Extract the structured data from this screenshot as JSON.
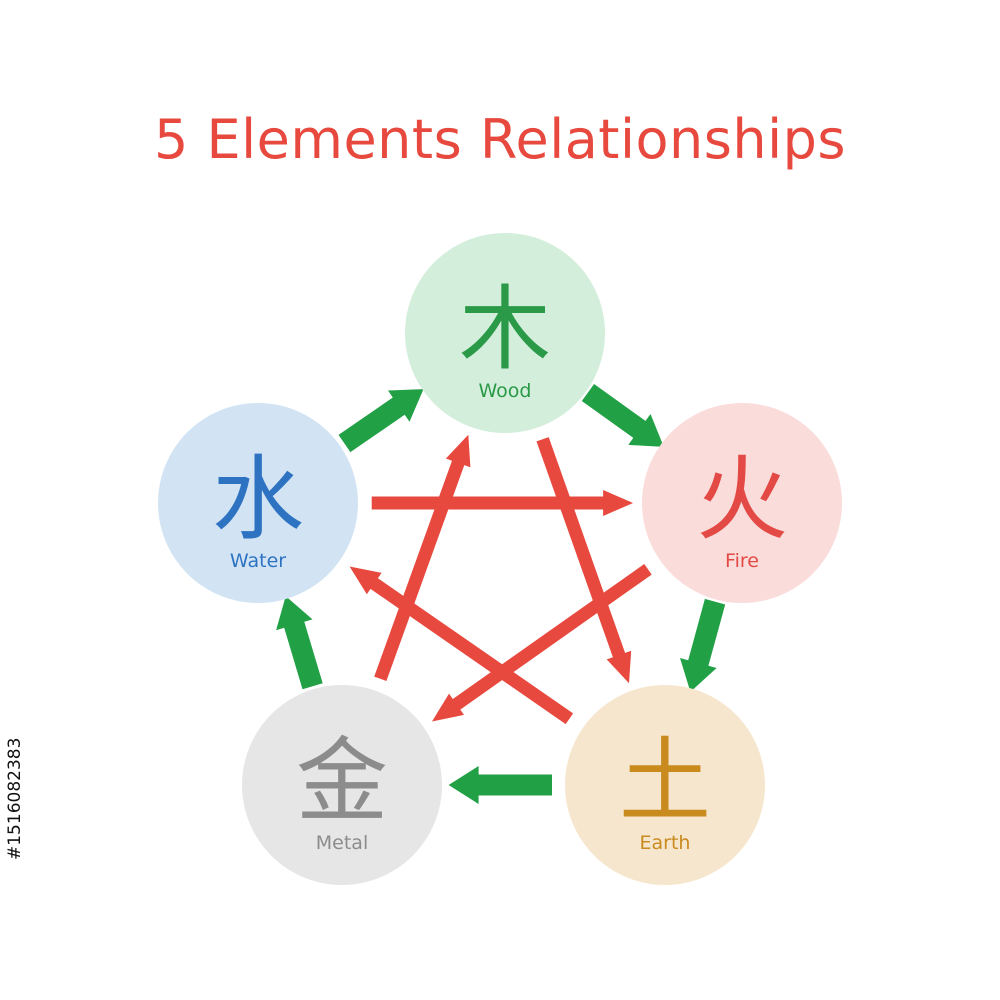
{
  "title": "5 Elements Relationships",
  "stock_id": "#1516082383",
  "colors": {
    "title": "#e8493f",
    "generating_arrow": "#21a046",
    "controlling_arrow": "#e8493f"
  },
  "elements": [
    {
      "key": "wood",
      "glyph": "木",
      "label": "Wood",
      "fill": "#d3eedb",
      "text_color": "#2a9a48"
    },
    {
      "key": "fire",
      "glyph": "火",
      "label": "Fire",
      "fill": "#fadcdb",
      "text_color": "#e34a45"
    },
    {
      "key": "earth",
      "glyph": "土",
      "label": "Earth",
      "fill": "#f6e6cd",
      "text_color": "#c98a1e"
    },
    {
      "key": "metal",
      "glyph": "金",
      "label": "Metal",
      "fill": "#e6e6e6",
      "text_color": "#8c8c8c"
    },
    {
      "key": "water",
      "glyph": "水",
      "label": "Water",
      "fill": "#d2e4f4",
      "text_color": "#2d73c2"
    }
  ],
  "generating_cycle": [
    {
      "from": "wood",
      "to": "fire"
    },
    {
      "from": "fire",
      "to": "earth"
    },
    {
      "from": "earth",
      "to": "metal"
    },
    {
      "from": "metal",
      "to": "water"
    },
    {
      "from": "water",
      "to": "wood"
    }
  ],
  "controlling_cycle": [
    {
      "from": "water",
      "to": "fire"
    },
    {
      "from": "fire",
      "to": "metal"
    },
    {
      "from": "metal",
      "to": "wood"
    },
    {
      "from": "wood",
      "to": "earth"
    },
    {
      "from": "earth",
      "to": "water"
    }
  ]
}
